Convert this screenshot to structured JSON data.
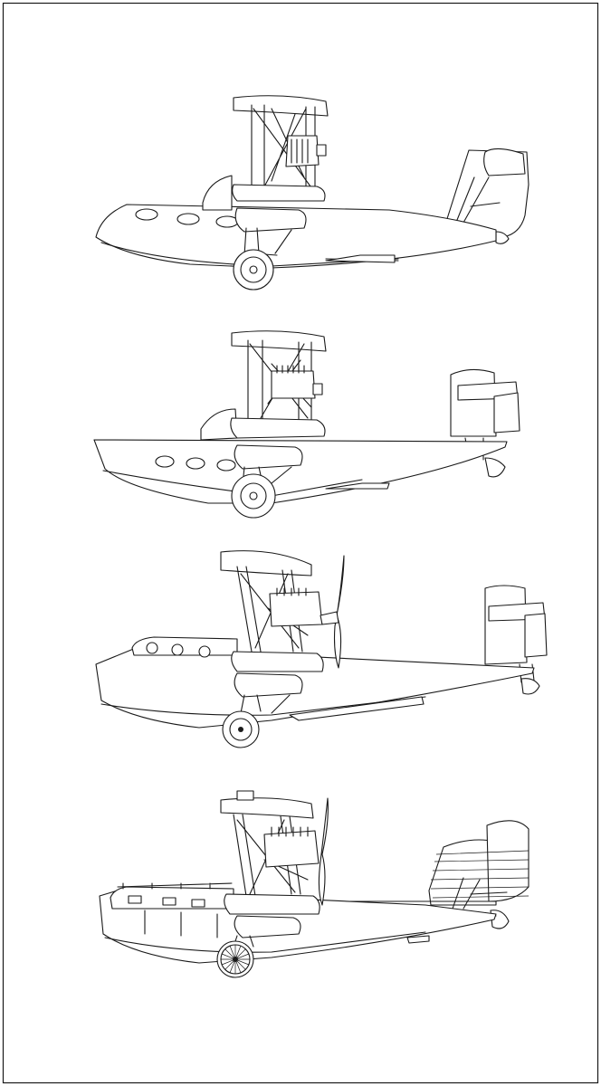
{
  "figure": {
    "views": [
      {
        "id": "variant-1"
      },
      {
        "id": "variant-2"
      },
      {
        "id": "variant-3"
      },
      {
        "id": "variant-4"
      }
    ],
    "colors": {
      "line": "#1a1a1a",
      "paper": "#ffffff",
      "frame": "#1a1a1a"
    }
  }
}
